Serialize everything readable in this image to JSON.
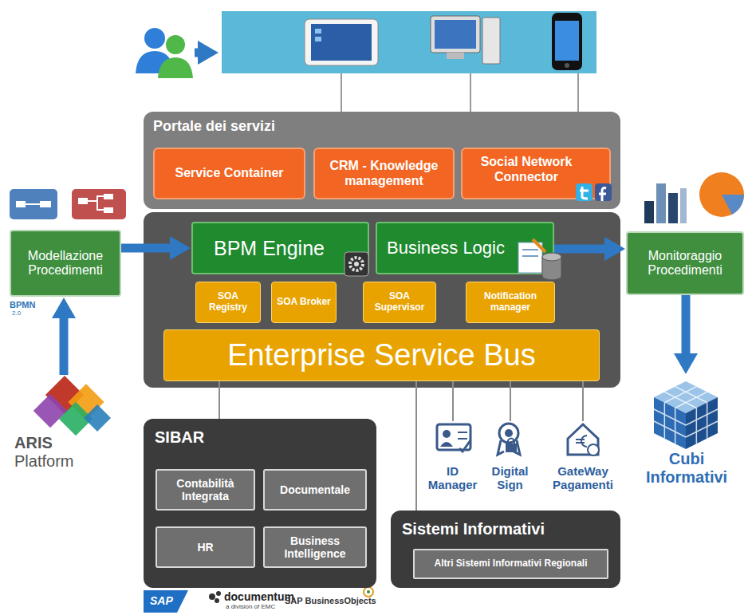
{
  "diagram": {
    "nodes": [
      {
        "text": [
          "Portale dei servizi"
        ]
      },
      {
        "text": [
          "Service Container"
        ],
        "in": 0
      },
      {
        "text": [
          "CRM - Knowledge management"
        ],
        "in": 0
      },
      {
        "text": [
          "Social Network Connector"
        ],
        "in": 0
      },
      {
        "text": [
          "Modellazione Procedimenti"
        ]
      },
      {
        "text": [
          "BPM Engine"
        ]
      },
      {
        "text": [
          "Business Logic"
        ]
      },
      {
        "text": [
          "SOA Registry"
        ]
      },
      {
        "text": [
          "SOA Broker"
        ]
      },
      {
        "text": [
          "SOA Supervisor"
        ]
      },
      {
        "text": [
          "Notification manager"
        ]
      },
      {
        "text": [
          "Enterprise Service Bus"
        ]
      },
      {
        "text": [
          "Monitoraggio Procedimenti"
        ]
      },
      {
        "text": [
          "ARIS",
          "Platform"
        ]
      },
      {
        "text": [
          "SIBAR"
        ]
      },
      {
        "text": [
          "Contabilità Integrata"
        ],
        "in": 14
      },
      {
        "text": [
          "Documentale"
        ],
        "in": 14
      },
      {
        "text": [
          "HR"
        ],
        "in": 14
      },
      {
        "text": [
          "Business Intelligence"
        ],
        "in": 14
      },
      {
        "text": [
          "ID Manager"
        ]
      },
      {
        "text": [
          "Digital Sign"
        ]
      },
      {
        "text": [
          "GateWay Pagamenti"
        ]
      },
      {
        "text": [
          "Cubi Informativi"
        ]
      },
      {
        "text": [
          "Sistemi Informativi"
        ]
      },
      {
        "text": [
          "Altri Sistemi Informativi Regionali"
        ],
        "in": 23
      }
    ],
    "edges": [
      {
        "from": 4,
        "to": 5,
        "arrow": "to"
      },
      {
        "from": 13,
        "to": 4,
        "arrow": "to"
      },
      {
        "from": 6,
        "to": 12,
        "arrow": "to"
      },
      {
        "from": 12,
        "to": 22,
        "arrow": "to"
      },
      {
        "from": 11,
        "to": 14,
        "arrow": "none"
      },
      {
        "from": 11,
        "to": 23,
        "arrow": "none"
      },
      {
        "from": 11,
        "to": 19,
        "arrow": "none"
      },
      {
        "from": 11,
        "to": 20,
        "arrow": "none"
      },
      {
        "from": 11,
        "to": 21,
        "arrow": "none"
      }
    ],
    "labels": [
      "BPMN",
      "2.0",
      "SAP",
      "documentum",
      "a division of EMC",
      "SAP BusinessObjects"
    ]
  }
}
